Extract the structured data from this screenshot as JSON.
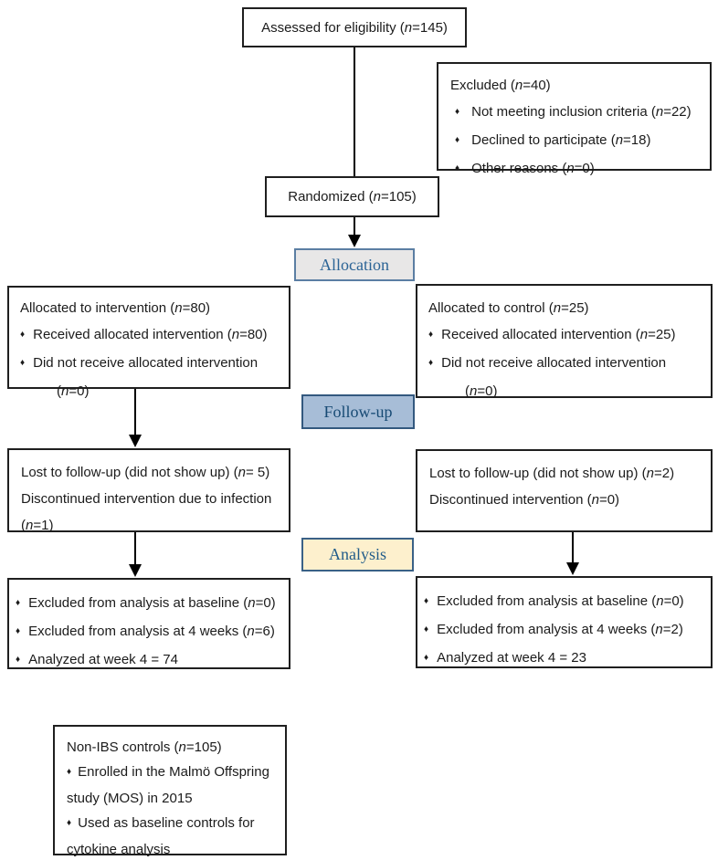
{
  "bullet_char": "♦",
  "boxes": {
    "assessed": {
      "lines": [
        [
          "c",
          "Assessed for eligibility (n=145)"
        ]
      ]
    },
    "excluded": {
      "lines": [
        [
          "h",
          "Excluded (n=40)"
        ],
        [
          "b",
          "Not meeting inclusion criteria (n=22)"
        ],
        [
          "b",
          "Declined to participate (n=18)"
        ],
        [
          "b",
          "Other reasons (n=0)"
        ]
      ]
    },
    "randomized": {
      "lines": [
        [
          "c",
          "Randomized (n=105)"
        ]
      ]
    },
    "allocated_intervention": {
      "lines": [
        [
          "h",
          "Allocated to intervention (n=80)"
        ],
        [
          "b",
          "Received allocated intervention (n=80)"
        ],
        [
          "b",
          "Did not receive allocated intervention"
        ],
        [
          "i",
          "(n=0)"
        ]
      ]
    },
    "allocated_control": {
      "lines": [
        [
          "h",
          "Allocated to control (n=25)"
        ],
        [
          "b",
          "Received allocated intervention (n=25)"
        ],
        [
          "b",
          "Did not receive allocated intervention"
        ],
        [
          "i",
          "(n=0)"
        ]
      ]
    },
    "lost_intervention": {
      "lines": [
        [
          "t",
          "Lost to follow-up (did not show up) (n= 5)"
        ],
        [
          "t",
          "Discontinued intervention due to infection"
        ],
        [
          "t",
          "(n=1)"
        ]
      ]
    },
    "lost_control": {
      "lines": [
        [
          "t",
          "Lost to follow-up (did not show up) (n=2)"
        ],
        [
          "t",
          "Discontinued intervention (n=0)"
        ]
      ]
    },
    "analysis_intervention": {
      "lines": [
        [
          "b",
          "Excluded from analysis at baseline (n=0)"
        ],
        [
          "b",
          "Excluded from analysis at 4 weeks (n=6)"
        ],
        [
          "b",
          "Analyzed at week 4 = 74"
        ]
      ]
    },
    "analysis_control": {
      "lines": [
        [
          "b",
          "Excluded from analysis at baseline (n=0)"
        ],
        [
          "b",
          "Excluded from analysis at 4 weeks (n=2)"
        ],
        [
          "b",
          "Analyzed at week 4 = 23"
        ]
      ]
    },
    "non_ibs_controls": {
      "lines": [
        [
          "h",
          "Non-IBS controls (n=105)"
        ],
        [
          "b",
          "Enrolled in the Malmö Offspring"
        ],
        [
          "t",
          "study (MOS) in 2015"
        ],
        [
          "b",
          "Used as baseline controls for"
        ],
        [
          "t",
          "cytokine analysis"
        ]
      ]
    }
  },
  "stage_labels": {
    "allocation": {
      "label": "Allocation",
      "bg": "#e8e7e7",
      "border": "#5b7ea3",
      "color": "#2c6496"
    },
    "followup": {
      "label": "Follow-up",
      "bg": "#a7bdd7",
      "border": "#33597f",
      "color": "#174a74"
    },
    "analysis": {
      "label": "Analysis",
      "bg": "#fdf0cd",
      "border": "#3a6186",
      "color": "#215c8a"
    }
  }
}
